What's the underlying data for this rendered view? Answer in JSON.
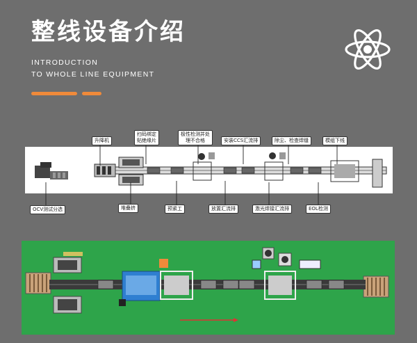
{
  "header": {
    "title": "整线设备介绍",
    "subtitle_line1": "INTRODUCTION",
    "subtitle_line2": "TO WHOLE LINE EQUIPMENT"
  },
  "colors": {
    "background": "#6e6e6e",
    "accent": "#f08a3a",
    "layout_green": "#2ea44a",
    "blue_station": "#2f7fd1"
  },
  "logo": {
    "icon": "atom-icon"
  },
  "diagram": {
    "top_labels": {
      "lift": "升降机",
      "scan_line1": "扫码绑定",
      "scan_line2": "贴绝缘片",
      "polarity_line1": "极性检测并处",
      "polarity_line2": "理不合格",
      "ccs": "安装CCS汇流排",
      "dust": "除尘、检查焊缝",
      "unload": "模组下线"
    },
    "bottom_labels": {
      "ocv": "OCV测试分选",
      "stack": "堆叠挤",
      "pretight": "预紧工",
      "busbar": "放置汇流排",
      "laser": "激光焊接汇流排",
      "eol": "EOL检测"
    }
  }
}
